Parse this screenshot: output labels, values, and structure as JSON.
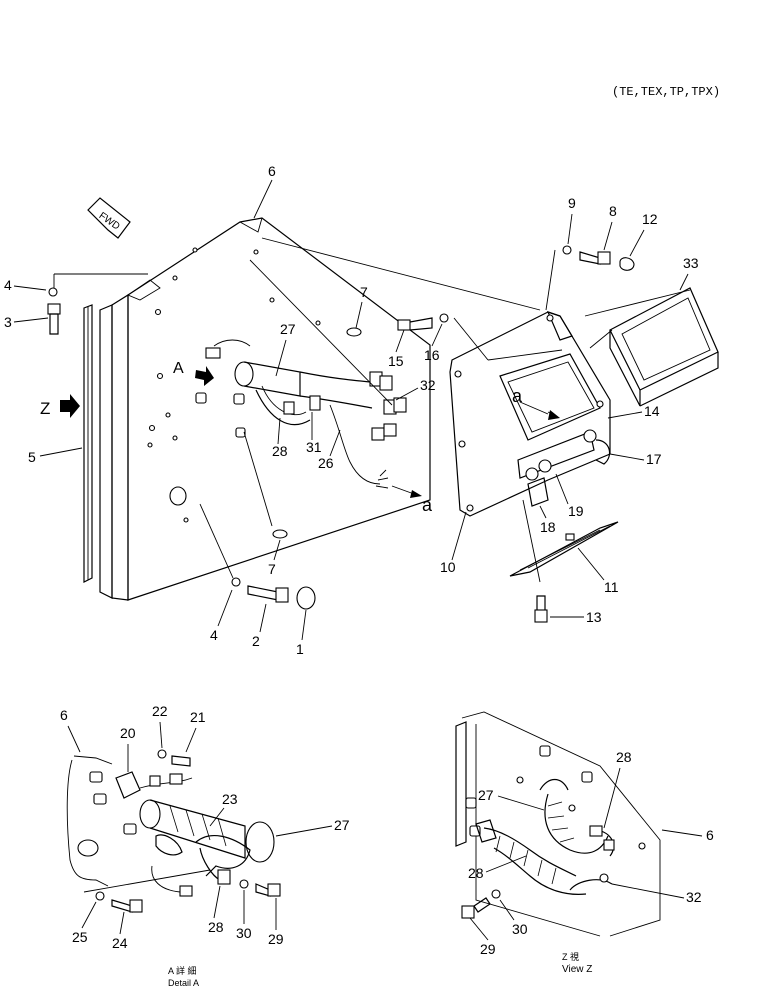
{
  "header": {
    "variant_note": "(TE,TEX,TP,TPX)"
  },
  "labels": {
    "fwd": "FWD",
    "arrow_a": "A",
    "arrow_z": "Z",
    "wire_a1": "a",
    "wire_a2": "a"
  },
  "callouts": {
    "main": [
      "6",
      "9",
      "8",
      "12",
      "33",
      "4",
      "3",
      "7",
      "27",
      "32",
      "15",
      "16",
      "A",
      "14",
      "17",
      "5",
      "28",
      "31",
      "26",
      "18",
      "19",
      "10",
      "11",
      "7",
      "4",
      "2",
      "1",
      "13"
    ],
    "detail": [
      "6",
      "22",
      "21",
      "20",
      "23",
      "27",
      "25",
      "24",
      "28",
      "30",
      "29"
    ],
    "view": [
      "28",
      "27",
      "6",
      "28",
      "32",
      "29",
      "30"
    ]
  },
  "captions": {
    "detail_jp": "A 詳 細",
    "detail_en": "Detail A",
    "view_jp": "Z  視",
    "view_en": "View Z"
  }
}
